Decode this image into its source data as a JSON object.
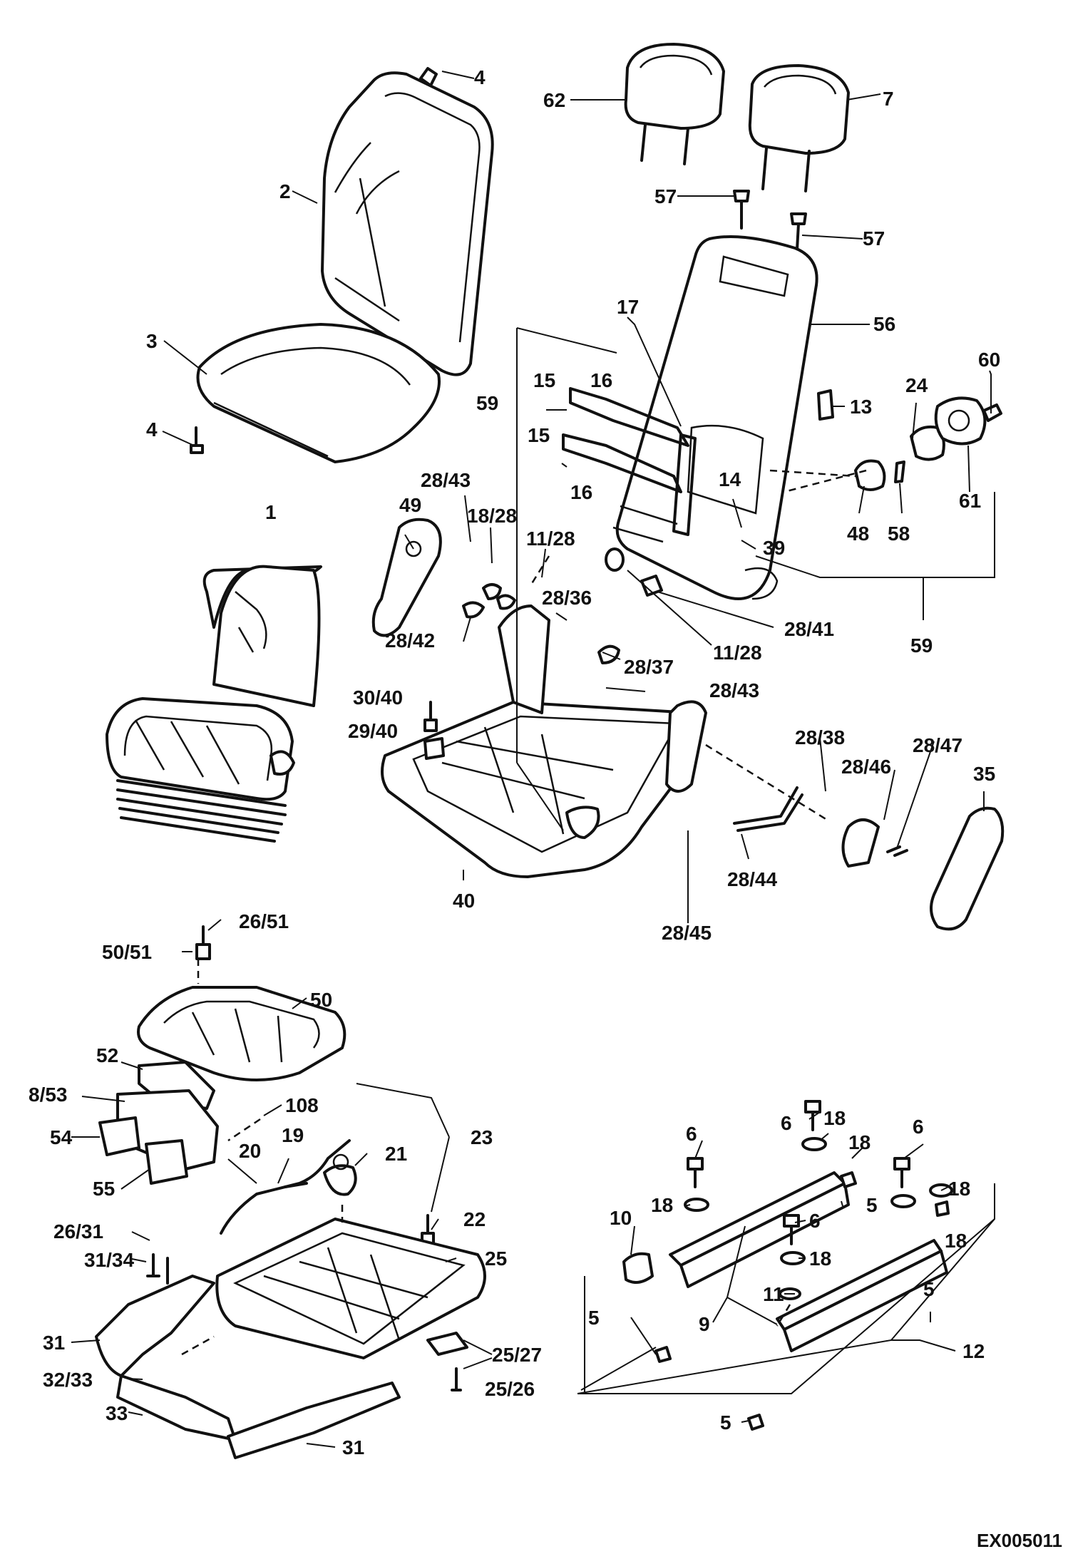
{
  "callouts": {
    "c4a": "4",
    "c62": "62",
    "c7": "7",
    "c2": "2",
    "c57a": "57",
    "c57b": "57",
    "c3": "3",
    "c56": "56",
    "c17": "17",
    "c59a": "59",
    "c15a": "15",
    "c16a": "16",
    "c60": "60",
    "c4b": "4",
    "c15b": "15",
    "c13": "13",
    "c24": "24",
    "c16b": "16",
    "c14": "14",
    "c61": "61",
    "c48": "48",
    "c58": "58",
    "c28_43a": "28/43",
    "c18_28": "18/28",
    "c49": "49",
    "c11_28a": "11/28",
    "c39": "39",
    "c28_36": "28/36",
    "c28_41": "28/41",
    "c59b": "59",
    "c11_28b": "11/28",
    "c28_42": "28/42",
    "c28_37": "28/37",
    "c1": "1",
    "c30_40": "30/40",
    "c28_43b": "28/43",
    "c29_40": "29/40",
    "c28_38": "28/38",
    "c28_47": "28/47",
    "c28_46": "28/46",
    "c35": "35",
    "c28_44": "28/44",
    "c40": "40",
    "c28_45": "28/45",
    "c26_51": "26/51",
    "c50_51": "50/51",
    "c50": "50",
    "c52": "52",
    "c8_53": "8/53",
    "c108": "108",
    "c23": "23",
    "c54": "54",
    "c19": "19",
    "c20": "20",
    "c21": "21",
    "c55": "55",
    "c6a": "6",
    "c18a": "18",
    "c18b": "18",
    "c6b": "6",
    "c6c": "6",
    "c18c": "18",
    "c5a": "5",
    "c18d": "18",
    "c22": "22",
    "c26_31": "26/31",
    "c10": "10",
    "c6d": "6",
    "c18e": "18",
    "c18f": "18",
    "c25": "25",
    "c31_34": "31/34",
    "c11": "11",
    "c5b": "5",
    "c9": "9",
    "c31a": "31",
    "c5c": "5",
    "c25_27": "25/27",
    "c25_26": "25/26",
    "c32_33": "32/33",
    "c5d": "5",
    "c12": "12",
    "c33": "33",
    "c31b": "31"
  },
  "figure_code": "EX005011"
}
